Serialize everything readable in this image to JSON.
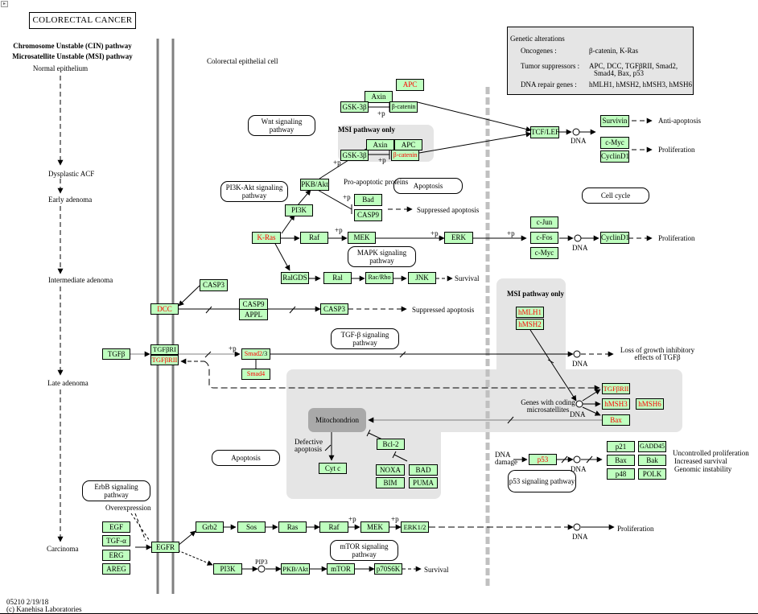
{
  "title": "COLORECTAL CANCER",
  "corner_icon": "expand-icon",
  "left_panel": {
    "heading1": "Chromosome Unstable (CIN) pathway",
    "heading2": "Microsatellite Unstable (MSI) pathway",
    "stages": [
      "Normal epithelium",
      "Dysplastic ACF",
      "Early adenoma",
      "Intermediate adenoma",
      "Late adenoma",
      "Carcinoma"
    ]
  },
  "cell_label": "Colorectal epithelial cell",
  "legend": {
    "title": "Genetic alterations",
    "rows": [
      {
        "label": "Oncogenes :",
        "value": "β-catenin, K-Ras"
      },
      {
        "label": "Tumor suppressors :",
        "value": "APC, DCC, TGFβRII, Smad2,",
        "value2": "Smad4, Bax, p53"
      },
      {
        "label": "DNA repair genes :",
        "value": "hMLH1, hMSH2, hMSH3, hMSH6"
      }
    ]
  },
  "pathways": {
    "wnt": "Wnt signaling pathway",
    "pi3k_akt": "PI3K-Akt signaling pathway",
    "apoptosis1": "Apoptosis",
    "cell_cycle": "Cell cycle",
    "mapk": "MAPK signaling pathway",
    "tgfb": "TGF-β signaling pathway",
    "apoptosis2": "Apoptosis",
    "p53": "p53 signaling pathway",
    "erbb": "ErbB signaling pathway",
    "mtor": "mTOR signaling pathway"
  },
  "genes": {
    "apc_top": "APC",
    "axin_top": "Axin",
    "gsk3b_top": "GSK-3β",
    "bcat_top": "β-catenin",
    "axin_msi": "Axin",
    "apc_msi": "APC",
    "gsk3b_msi": "GSK-3β",
    "bcat_msi": "β-catenin",
    "tcf_lef": "TCF/LEF",
    "survivin": "Survivin",
    "cmyc1": "c-Myc",
    "cyclind1_a": "CyclinD1",
    "pkb_akt1": "PKB/Akt",
    "pi3k1": "PI3K",
    "bad1": "Bad",
    "casp9_1": "CASP9",
    "kras": "K-Ras",
    "raf1": "Raf",
    "mek1": "MEK",
    "erk1": "ERK",
    "cjun": "c-Jun",
    "cfos": "c-Fos",
    "cmyc2": "c-Myc",
    "cyclind1_b": "CyclinD1",
    "ralgds": "RalGDS",
    "ral": "Ral",
    "racrho": "Rac/Rho",
    "jnk": "JNK",
    "casp3_a": "CASP3",
    "dcc": "DCC",
    "casp9_2": "CASP9",
    "appl": "APPL",
    "casp3_b": "CASP3",
    "tgfb": "TGFβ",
    "tgfbr1": "TGFβRI",
    "tgfbr2": "TGFβRII",
    "smad23_red": "Smad2",
    "smad23_black": "/3",
    "smad4": "Smad4",
    "hmlh1": "hMLH1",
    "hmsh2": "hMSH2",
    "tgfbr2_b": "TGFβRII",
    "hmsh3": "hMSH3",
    "hmsh6": "hMSH6",
    "bax_red": "Bax",
    "bcl2": "Bcl-2",
    "cytc": "Cyt c",
    "noxa": "NOXA",
    "bad2": "BAD",
    "bim": "BIM",
    "puma": "PUMA",
    "p53": "p53",
    "p21": "p21",
    "gadd45": "GADD45",
    "bax2": "Bax",
    "bak": "Bak",
    "p48": "p48",
    "polk": "POLK",
    "egf": "EGF",
    "tgfa": "TGF-α",
    "erg": "ERG",
    "areg": "AREG",
    "egfr": "EGFR",
    "grb2": "Grb2",
    "sos": "Sos",
    "ras": "Ras",
    "raf2": "Raf",
    "mek2": "MEK",
    "erk12": "ERK1/2",
    "pi3k2": "PI3K",
    "pkb_akt2": "PKB/Akt",
    "mtor": "mTOR",
    "p70s6k": "p70S6K"
  },
  "labels": {
    "msi_only_1": "MSI pathway only",
    "msi_only_2": "MSI pathway only",
    "pro_apoptotic": "Pro-apoptotic proteins",
    "mitochondrion": "Mitochondrion",
    "defective_apoptosis": "Defective apoptosis",
    "genes_coding_ms": "Genes with coding microsatellites",
    "dna_damage": "DNA damage",
    "overexpression": "Overexpression",
    "pip3": "PIP3",
    "plus_p": "+p",
    "dna": "DNA"
  },
  "outcomes": {
    "anti_apoptosis": "Anti-apoptosis",
    "proliferation1": "Proliferation",
    "suppressed_apoptosis1": "Suppressed apoptosis",
    "proliferation2": "Proliferation",
    "survival1": "Survival",
    "suppressed_apoptosis2": "Suppressed apoptosis",
    "loss_growth1": "Loss of growth inhibitory",
    "loss_growth2": "effects of TGFβ",
    "uncontrolled": "Uncontrolled proliferation",
    "increased_survival": "Increased survival",
    "genomic_instability": "Genomic instability",
    "proliferation3": "Proliferation",
    "survival2": "Survival"
  },
  "footer": {
    "id_date": "05210 2/19/18",
    "copyright": "(c) Kanehisa Laboratories"
  },
  "colors": {
    "gene_fill": "#bfffbf",
    "mutated_text": "#ff0000",
    "region_fill": "#e5e5e5",
    "membrane": "#808080",
    "nucleus_border": "#c0c0c0",
    "mitochondrion": "#a9a9a9"
  }
}
